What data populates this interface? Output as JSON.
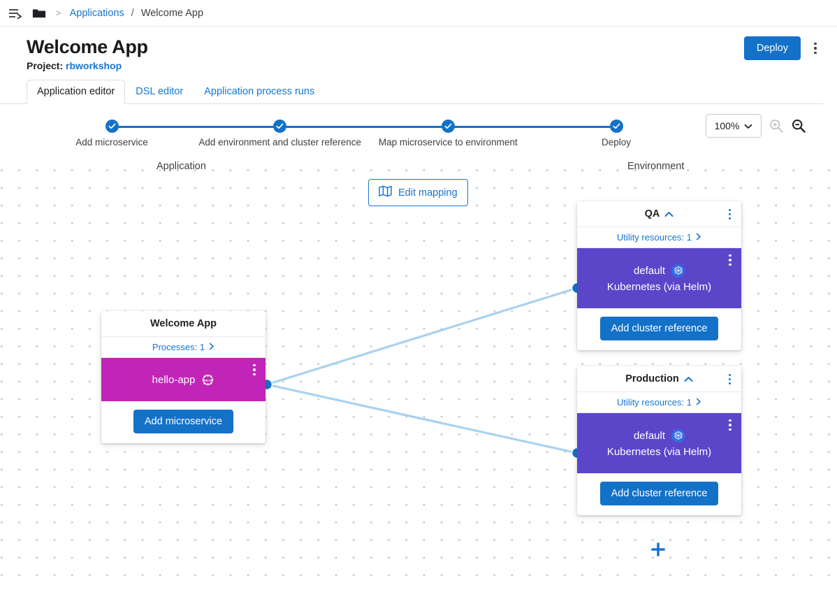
{
  "breadcrumb": {
    "menu_icon": "menu-expand-icon",
    "folder_icon": "folder-icon",
    "chevron": ">",
    "applications_label": "Applications",
    "slash": "/",
    "current_label": "Welcome App"
  },
  "header": {
    "title": "Welcome App",
    "project_prefix": "Project:",
    "project_name": "rbworkshop",
    "deploy_label": "Deploy",
    "more_icon": "kebab-menu-icon"
  },
  "tabs": [
    {
      "label": "Application editor",
      "active": true
    },
    {
      "label": "DSL editor",
      "active": false
    },
    {
      "label": "Application process runs",
      "active": false
    }
  ],
  "stepper": {
    "steps": [
      {
        "label": "Add microservice",
        "complete": true
      },
      {
        "label": "Add environment and cluster reference",
        "complete": true
      },
      {
        "label": "Map microservice to environment",
        "complete": true
      },
      {
        "label": "Deploy",
        "complete": true
      }
    ]
  },
  "zoom": {
    "level_label": "100%",
    "chevron_icon": "chevron-down-icon",
    "zoom_in_icon": "zoom-in-icon",
    "zoom_out_icon": "zoom-out-icon",
    "zoom_in_disabled": true
  },
  "canvas": {
    "application_column_label": "Application",
    "environment_column_label": "Environment",
    "edit_mapping": {
      "label": "Edit mapping",
      "icon": "map-icon"
    },
    "add_environment_icon": "plus-icon",
    "application_card": {
      "title": "Welcome App",
      "subtitle": "Processes: 1",
      "subtitle_chevron": "chevron-right-icon",
      "more_icon": "kebab-menu-icon",
      "microservice": {
        "name": "hello-app",
        "badge_icon": "helm-icon",
        "color": "#c025b8",
        "more_icon": "kebab-menu-icon"
      },
      "action_label": "Add microservice"
    },
    "environment_cards": [
      {
        "title": "QA",
        "collapse_icon": "chevron-up-icon",
        "more_icon": "kebab-menu-icon",
        "subtitle": "Utility resources: 1",
        "subtitle_chevron": "chevron-right-icon",
        "cluster": {
          "name": "default",
          "type": "Kubernetes (via Helm)",
          "badge_icon": "kubernetes-icon",
          "color": "#5b46c9",
          "more_icon": "kebab-menu-icon"
        },
        "action_label": "Add cluster reference"
      },
      {
        "title": "Production",
        "collapse_icon": "chevron-up-icon",
        "more_icon": "kebab-menu-icon",
        "subtitle": "Utility resources: 1",
        "subtitle_chevron": "chevron-right-icon",
        "cluster": {
          "name": "default",
          "type": "Kubernetes (via Helm)",
          "badge_icon": "kubernetes-icon",
          "color": "#5b46c9",
          "more_icon": "kebab-menu-icon"
        },
        "action_label": "Add cluster reference"
      }
    ]
  },
  "colors": {
    "accent_blue": "#1371c8",
    "link_blue": "#1676d2",
    "microservice_magenta": "#c025b8",
    "cluster_purple": "#5b46c9",
    "wire_blue": "#a9d2ef",
    "wire_endpoint": "#1371c8"
  }
}
